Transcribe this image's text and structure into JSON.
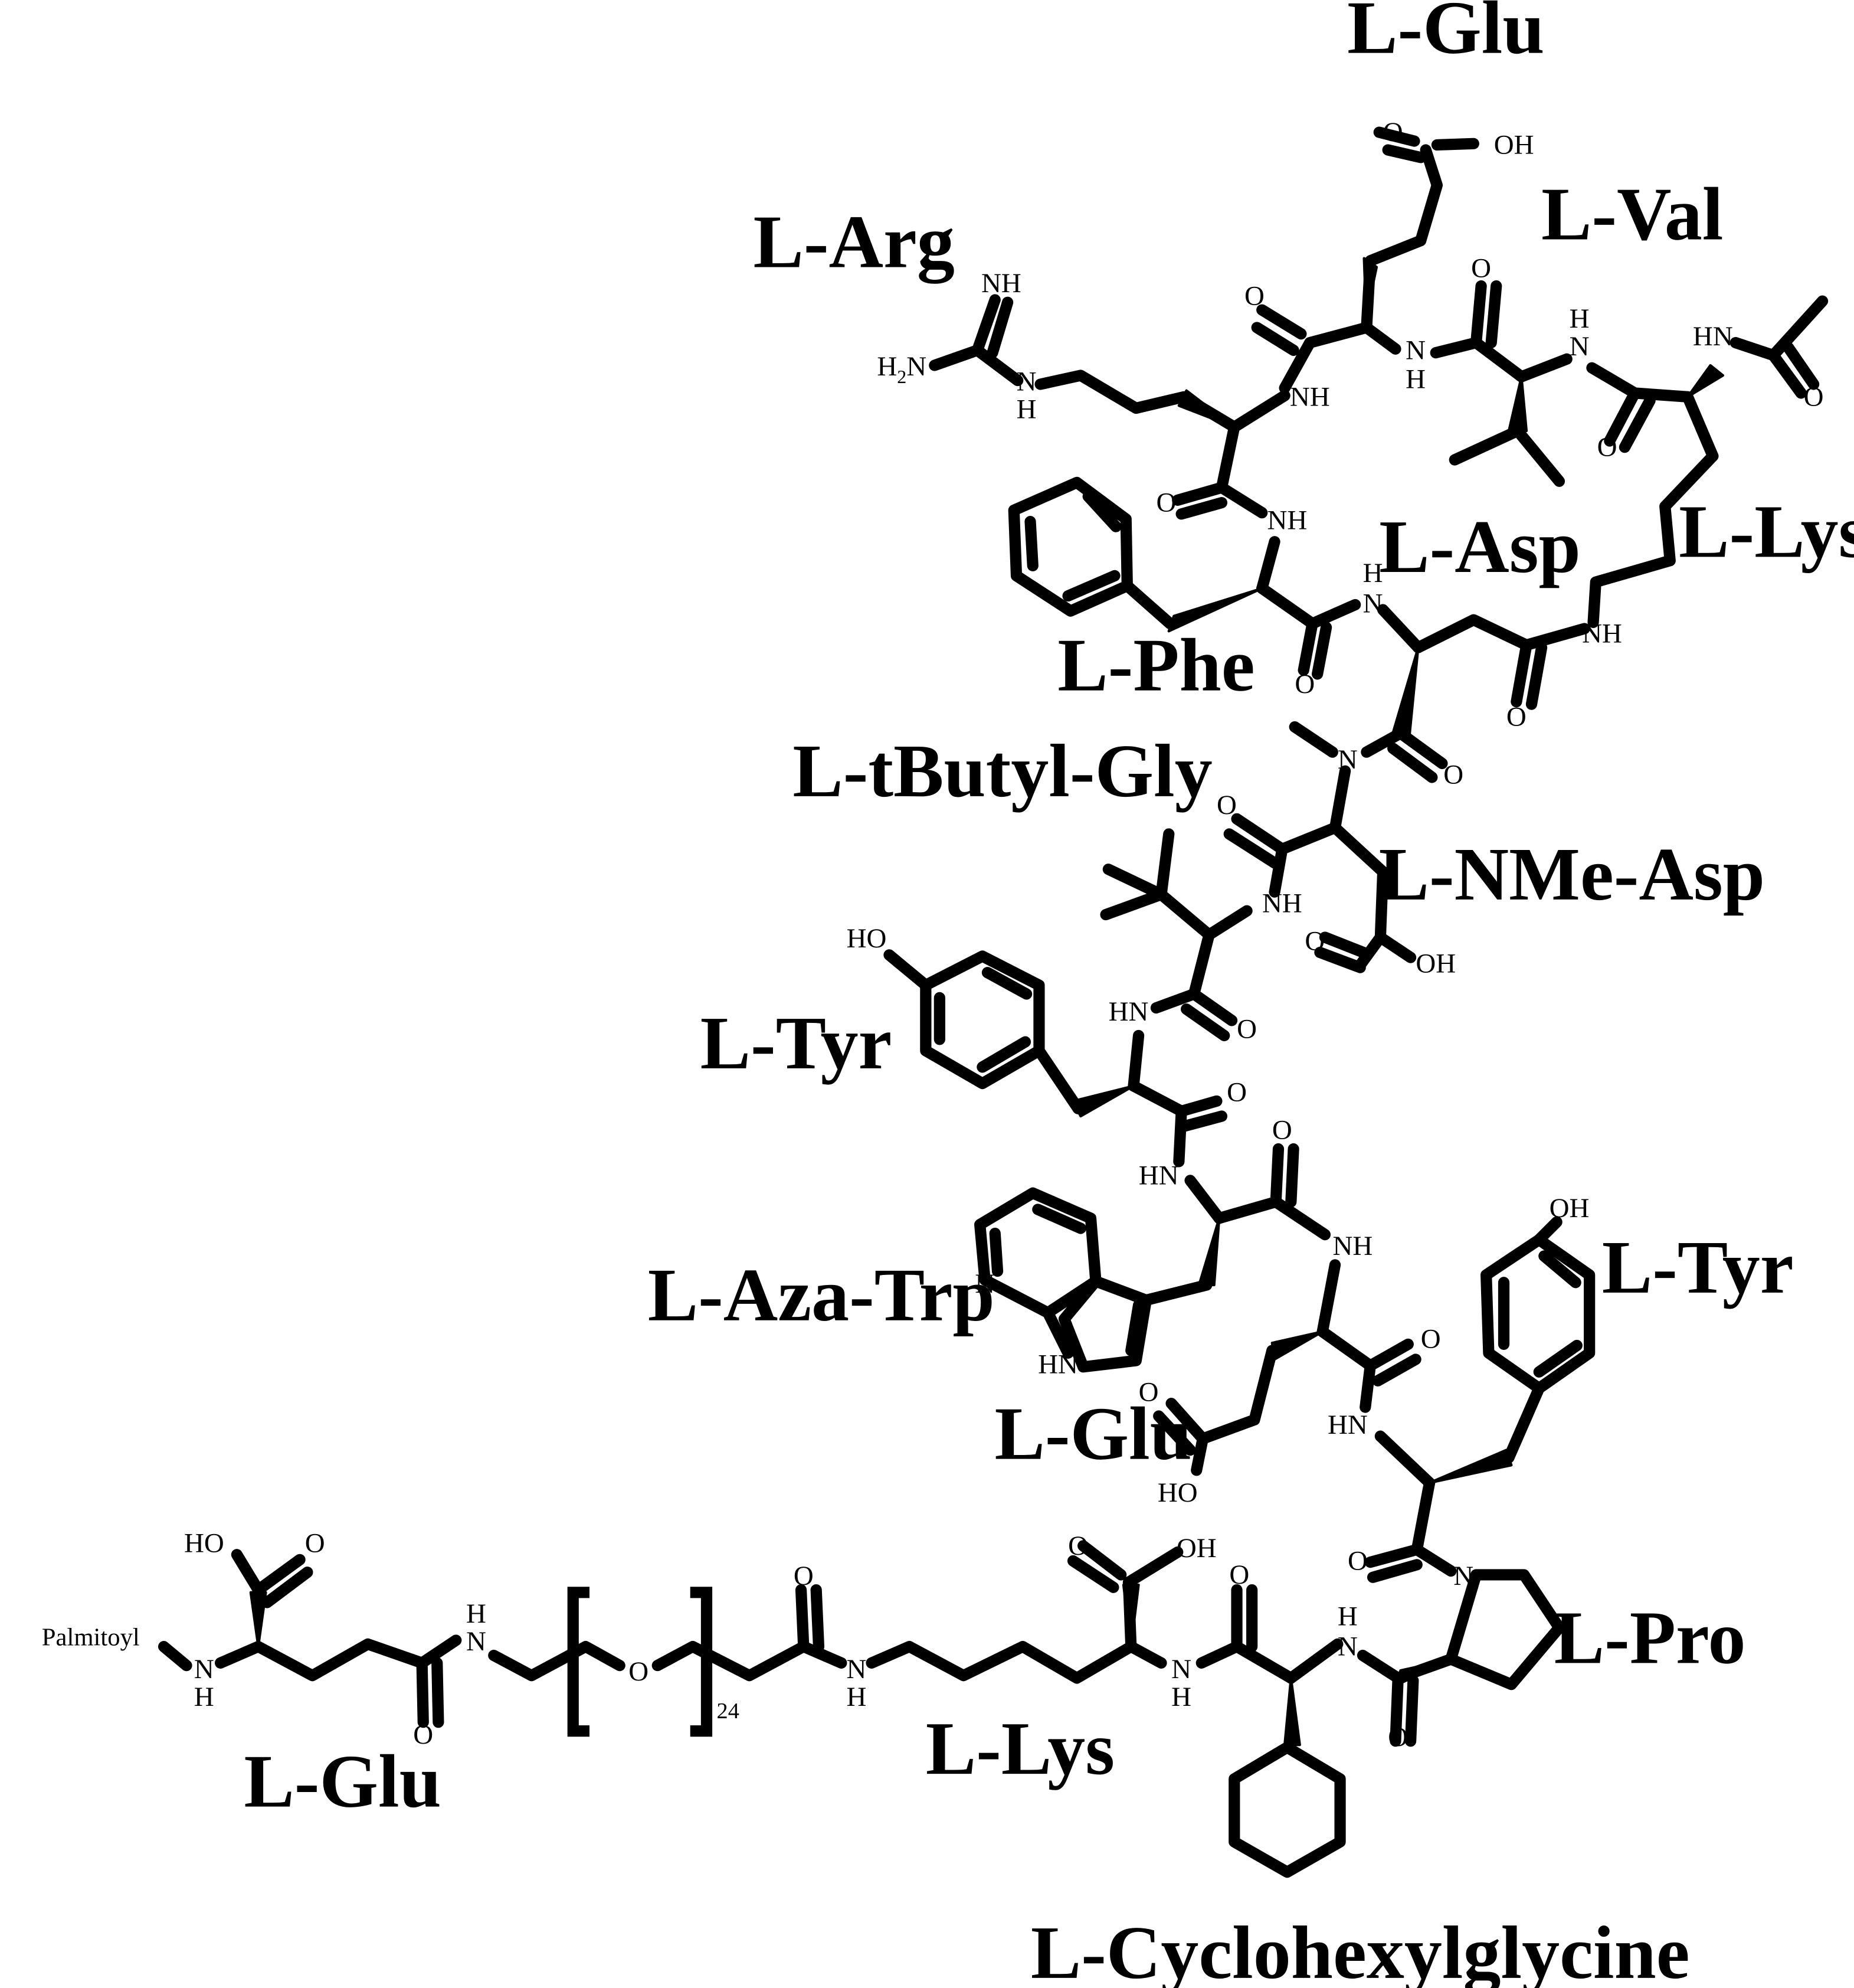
{
  "residues": {
    "glu_top": "L-Glu",
    "arg": "L-Arg",
    "val": "L-Val",
    "lys_top": "L-Lys",
    "asp": "L-Asp",
    "phe": "L-Phe",
    "tbutyl_gly": "L-tButyl-Gly",
    "nme_asp": "L-NMe-Asp",
    "tyr_left": "L-Tyr",
    "aza_trp": "L-Aza-Trp",
    "tyr_right": "L-Tyr",
    "glu_mid": "L-Glu",
    "pro": "L-Pro",
    "glu_bottom": "L-Glu",
    "lys_bottom": "L-Lys",
    "cyclohexylglycine": "L-Cyclohexylglycine"
  },
  "atoms": {
    "O": "O",
    "OH": "OH",
    "HO": "HO",
    "NH": "NH",
    "HN": "HN",
    "N": "N",
    "H": "H",
    "H2N": "H2N",
    "palmitoyl": "Palmitoyl",
    "repeat_count": "24"
  },
  "colors": {
    "ink": "#000000",
    "background": "#ffffff"
  }
}
